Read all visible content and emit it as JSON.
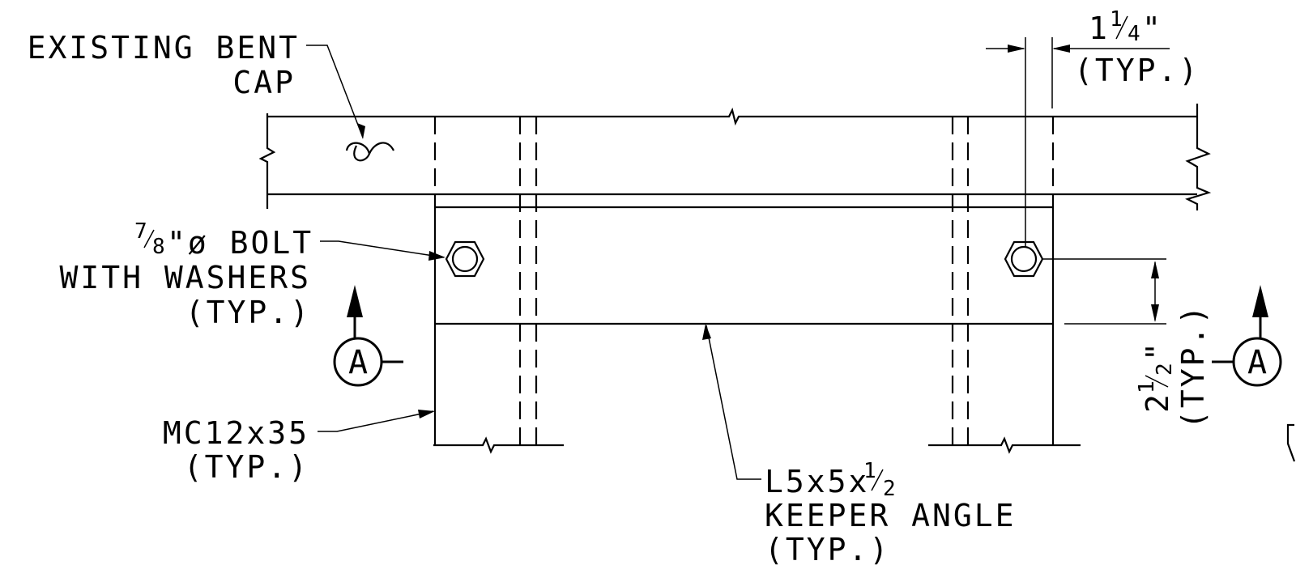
{
  "drawing": {
    "labels": {
      "bent_cap_line1": "EXISTING BENT",
      "bent_cap_line2": "CAP",
      "bolt_frac_num": "7",
      "bolt_frac_den": "8",
      "bolt_line1_rest": "\"ø BOLT",
      "bolt_line2": "WITH WASHERS",
      "bolt_line3": "(TYP.)",
      "channel_line1": "MC12x35",
      "channel_line2": "(TYP.)",
      "angle_line1": "L5x5x",
      "angle_frac_num": "1",
      "angle_frac_den": "2",
      "angle_line2": "KEEPER ANGLE",
      "angle_line3": "(TYP.)",
      "dim_top_whole": "1",
      "dim_top_num": "1",
      "dim_top_den": "4",
      "dim_top_unit": "\"",
      "dim_top_typ": "(TYP.)",
      "dim_side_whole": "2",
      "dim_side_num": "1",
      "dim_side_den": "2",
      "dim_side_unit": "\"",
      "dim_side_typ": "(TYP.)",
      "section_left": "A",
      "section_right": "A"
    }
  }
}
